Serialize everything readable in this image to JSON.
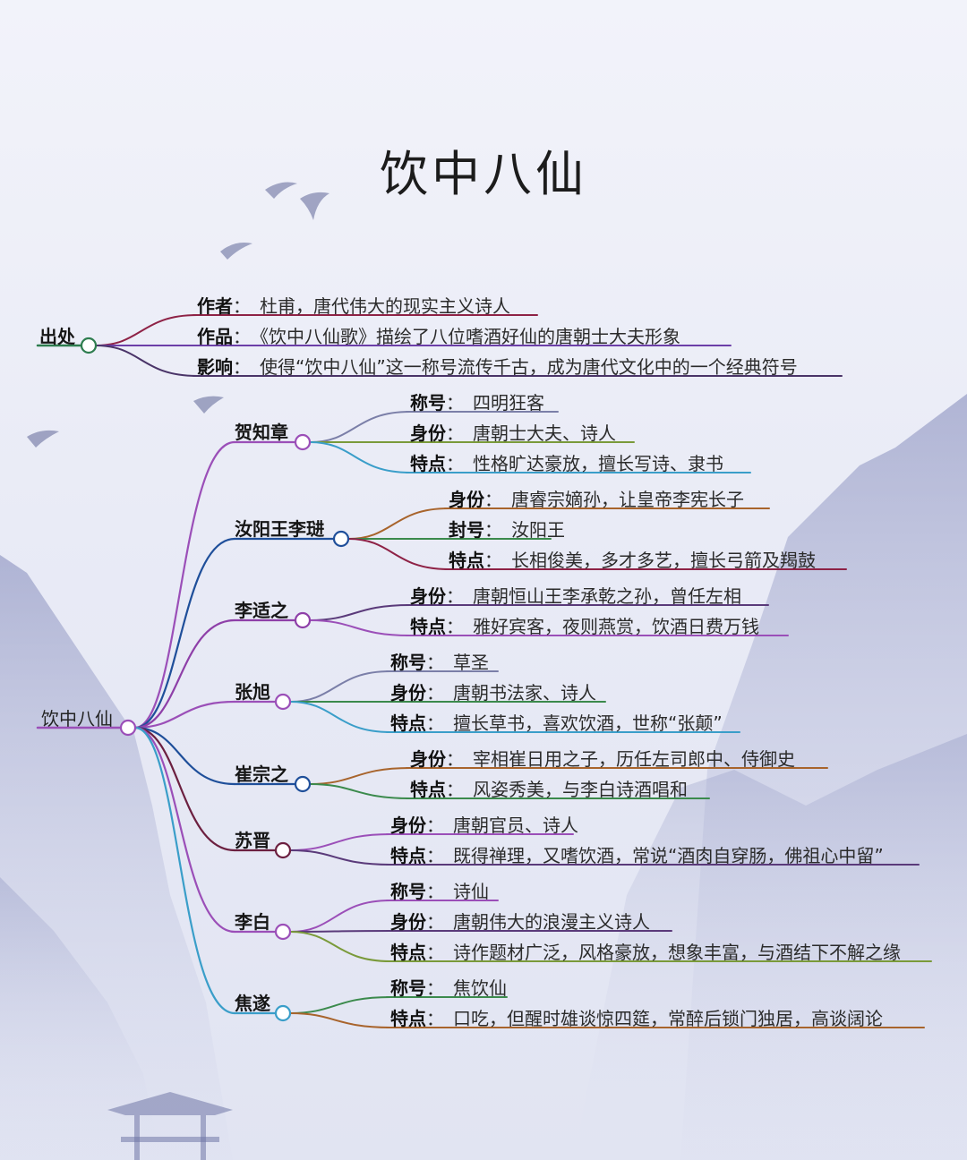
{
  "title": "饮中八仙",
  "sections": [
    {
      "name": "出处",
      "items": [
        {
          "key": "作者",
          "value": "杜甫，唐代伟大的现实主义诗人"
        },
        {
          "key": "作品",
          "value": "《饮中八仙歌》描绘了八位嗜酒好仙的唐朝士大夫形象"
        },
        {
          "key": "影响",
          "value": "使得“饮中八仙”这一称号流传千古，成为唐代文化中的一个经典符号"
        }
      ]
    },
    {
      "name": "饮中八仙",
      "children": [
        {
          "name": "贺知章",
          "items": [
            {
              "key": "称号",
              "value": "四明狂客"
            },
            {
              "key": "身份",
              "value": "唐朝士大夫、诗人"
            },
            {
              "key": "特点",
              "value": "性格旷达豪放，擅长写诗、隶书"
            }
          ]
        },
        {
          "name": "汝阳王李琎",
          "items": [
            {
              "key": "身份",
              "value": "唐睿宗嫡孙，让皇帝李宪长子"
            },
            {
              "key": "封号",
              "value": "汝阳王"
            },
            {
              "key": "特点",
              "value": "长相俊美，多才多艺，擅长弓箭及羯鼓"
            }
          ]
        },
        {
          "name": "李适之",
          "items": [
            {
              "key": "身份",
              "value": "唐朝恒山王李承乾之孙，曾任左相"
            },
            {
              "key": "特点",
              "value": "雅好宾客，夜则燕赏，饮酒日费万钱"
            }
          ]
        },
        {
          "name": "张旭",
          "items": [
            {
              "key": "称号",
              "value": "草圣"
            },
            {
              "key": "身份",
              "value": "唐朝书法家、诗人"
            },
            {
              "key": "特点",
              "value": "擅长草书，喜欢饮酒，世称“张颠”"
            }
          ]
        },
        {
          "name": "崔宗之",
          "items": [
            {
              "key": "身份",
              "value": "宰相崔日用之子，历任左司郎中、侍御史"
            },
            {
              "key": "特点",
              "value": "风姿秀美，与李白诗酒唱和"
            }
          ]
        },
        {
          "name": "苏晋",
          "items": [
            {
              "key": "身份",
              "value": "唐朝官员、诗人"
            },
            {
              "key": "特点",
              "value": "既得禅理，又嗜饮酒，常说“酒肉自穿肠，佛祖心中留”"
            }
          ]
        },
        {
          "name": "李白",
          "items": [
            {
              "key": "称号",
              "value": "诗仙"
            },
            {
              "key": "身份",
              "value": "唐朝伟大的浪漫主义诗人"
            },
            {
              "key": "特点",
              "value": "诗作题材广泛，风格豪放，想象丰富，与酒结下不解之缘"
            }
          ]
        },
        {
          "name": "焦遂",
          "items": [
            {
              "key": "称号",
              "value": "焦饮仙"
            },
            {
              "key": "特点",
              "value": "口吃，但醒时雄谈惊四筵，常醉后锁门独居，高谈阔论"
            }
          ]
        }
      ]
    }
  ],
  "colors": {
    "source_branch": "#2e7d4f",
    "source_leaves": [
      "#8e2246",
      "#6c3fa8",
      "#4a3468"
    ],
    "root_branch": "#9b4fb8",
    "person_branches": [
      "#9b4fb8",
      "#1f4f9a",
      "#8e3fa8",
      "#9b4fb8",
      "#1f4f9a",
      "#6c2040",
      "#9b4fb8",
      "#3a9ec9"
    ],
    "leaf_palette": [
      "#7b7fa8",
      "#7a9a3a",
      "#3a9ec9",
      "#a8642c",
      "#3b8a4c",
      "#8e2246",
      "#5a3a7a",
      "#9b4fb8"
    ]
  }
}
